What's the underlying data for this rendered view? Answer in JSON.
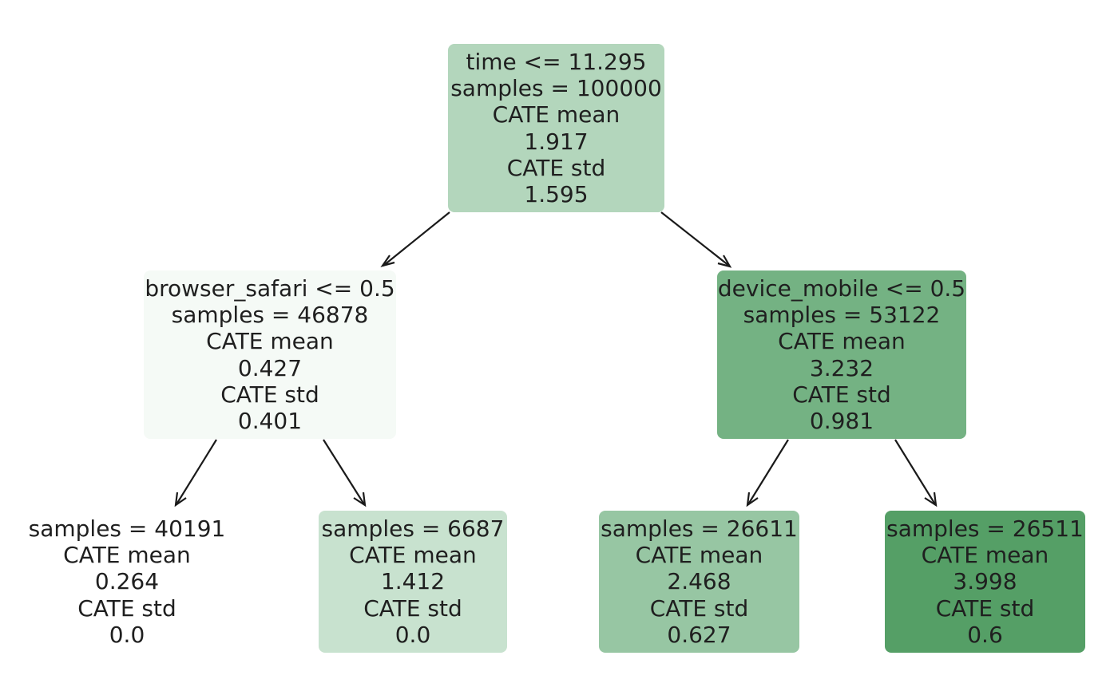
{
  "tree": {
    "root": {
      "condition": "time <= 11.295",
      "samples": "samples = 100000",
      "mean_label": "CATE mean",
      "mean": "1.917",
      "std_label": "CATE std",
      "std": "1.595",
      "color": "#b3d6bc"
    },
    "left": {
      "condition": "browser_safari <= 0.5",
      "samples": "samples = 46878",
      "mean_label": "CATE mean",
      "mean": "0.427",
      "std_label": "CATE std",
      "std": "0.401",
      "color": "#f5faf6"
    },
    "right": {
      "condition": "device_mobile <= 0.5",
      "samples": "samples = 53122",
      "mean_label": "CATE mean",
      "mean": "3.232",
      "std_label": "CATE std",
      "std": "0.981",
      "color": "#74b283"
    },
    "left_left": {
      "samples": "samples = 40191",
      "mean_label": "CATE mean",
      "mean": "0.264",
      "std_label": "CATE std",
      "std": "0.0",
      "color": "#ffffff"
    },
    "left_right": {
      "samples": "samples = 6687",
      "mean_label": "CATE mean",
      "mean": "1.412",
      "std_label": "CATE std",
      "std": "0.0",
      "color": "#c8e2cf"
    },
    "right_left": {
      "samples": "samples = 26611",
      "mean_label": "CATE mean",
      "mean": "2.468",
      "std_label": "CATE std",
      "std": "0.627",
      "color": "#97c6a3"
    },
    "right_right": {
      "samples": "samples = 26511",
      "mean_label": "CATE mean",
      "mean": "3.998",
      "std_label": "CATE std",
      "std": "0.6",
      "color": "#559f66"
    }
  }
}
